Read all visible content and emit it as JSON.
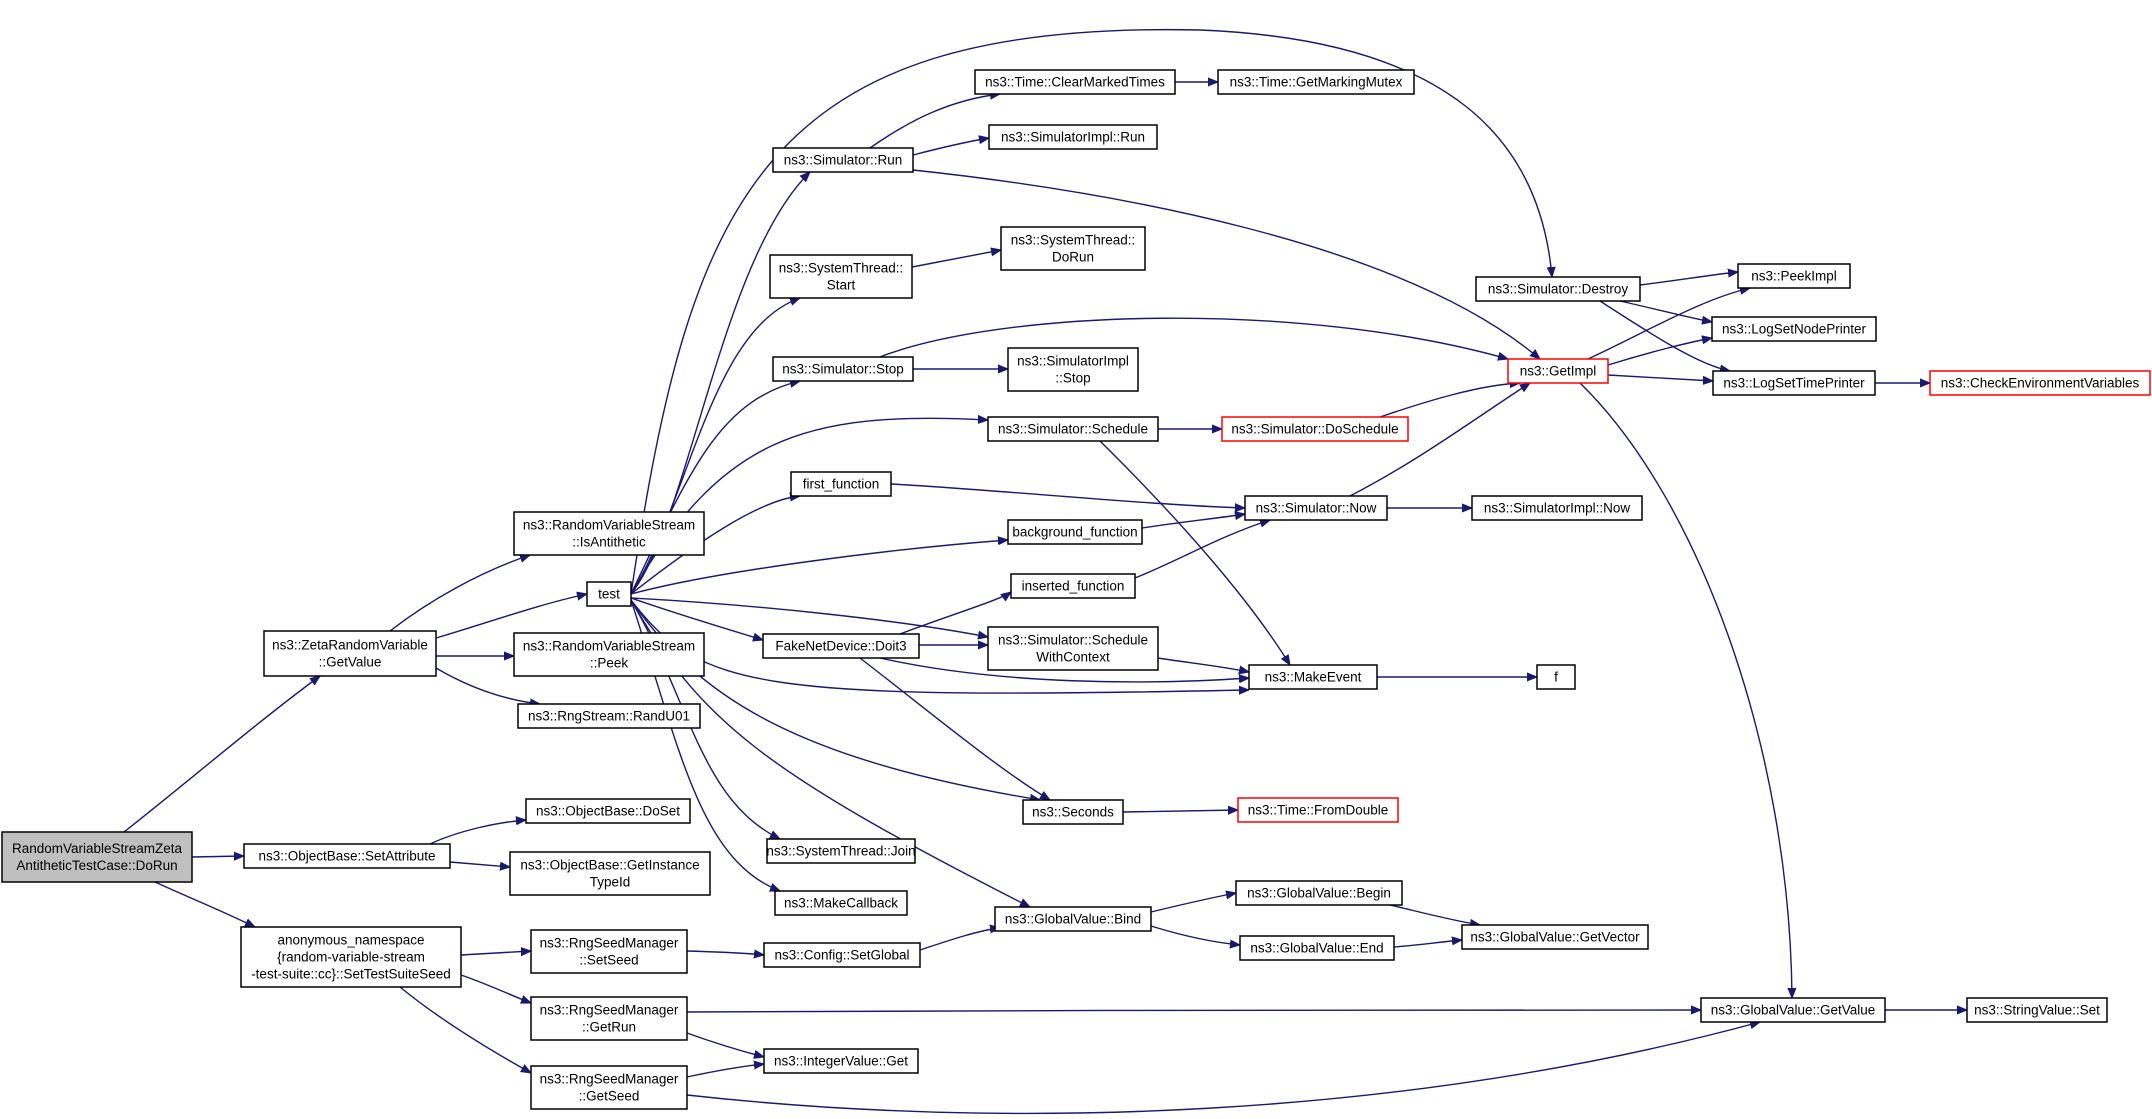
{
  "colors": {
    "edge": "#191970",
    "node_border": "#000000",
    "truncated_border": "#ff0000",
    "root_fill": "#bfbfbf",
    "node_fill": "#ffffff"
  },
  "nodes": [
    {
      "id": "root",
      "lines": [
        "RandomVariableStreamZeta",
        "AntitheticTestCase::DoRun"
      ]
    },
    {
      "id": "zeta_getvalue",
      "lines": [
        "ns3::ZetaRandomVariable",
        "::GetValue"
      ]
    },
    {
      "id": "ob_setattr",
      "lines": [
        "ns3::ObjectBase::SetAttribute"
      ]
    },
    {
      "id": "anon_seed",
      "lines": [
        "anonymous_namespace",
        "{random-variable-stream",
        "-test-suite::cc}::SetTestSuiteSeed"
      ]
    },
    {
      "id": "rvs_isanti",
      "lines": [
        "ns3::RandomVariableStream",
        "::IsAntithetic"
      ]
    },
    {
      "id": "test",
      "lines": [
        "test"
      ]
    },
    {
      "id": "rvs_peek",
      "lines": [
        "ns3::RandomVariableStream",
        "::Peek"
      ]
    },
    {
      "id": "rng_randu",
      "lines": [
        "ns3::RngStream::RandU01"
      ]
    },
    {
      "id": "ob_doset",
      "lines": [
        "ns3::ObjectBase::DoSet"
      ]
    },
    {
      "id": "ob_getinst",
      "lines": [
        "ns3::ObjectBase::GetInstance",
        "TypeId"
      ]
    },
    {
      "id": "rsm_setseed",
      "lines": [
        "ns3::RngSeedManager",
        "::SetSeed"
      ]
    },
    {
      "id": "rsm_getrun",
      "lines": [
        "ns3::RngSeedManager",
        "::GetRun"
      ]
    },
    {
      "id": "rsm_getseed",
      "lines": [
        "ns3::RngSeedManager",
        "::GetSeed"
      ]
    },
    {
      "id": "sim_run",
      "lines": [
        "ns3::Simulator::Run"
      ]
    },
    {
      "id": "st_start",
      "lines": [
        "ns3::SystemThread::",
        "Start"
      ]
    },
    {
      "id": "sim_stop",
      "lines": [
        "ns3::Simulator::Stop"
      ]
    },
    {
      "id": "first_fn",
      "lines": [
        "first_function"
      ]
    },
    {
      "id": "fake_doit3",
      "lines": [
        "FakeNetDevice::Doit3"
      ]
    },
    {
      "id": "st_join",
      "lines": [
        "ns3::SystemThread::Join"
      ]
    },
    {
      "id": "make_cb",
      "lines": [
        "ns3::MakeCallback"
      ]
    },
    {
      "id": "cfg_setglobal",
      "lines": [
        "ns3::Config::SetGlobal"
      ]
    },
    {
      "id": "iv_get",
      "lines": [
        "ns3::IntegerValue::Get"
      ]
    },
    {
      "id": "time_clear",
      "lines": [
        "ns3::Time::ClearMarkedTimes"
      ]
    },
    {
      "id": "simimpl_run",
      "lines": [
        "ns3::SimulatorImpl::Run"
      ]
    },
    {
      "id": "st_dorun",
      "lines": [
        "ns3::SystemThread::",
        "DoRun"
      ]
    },
    {
      "id": "simimpl_stop",
      "lines": [
        "ns3::SimulatorImpl",
        "::Stop"
      ]
    },
    {
      "id": "sim_schedule",
      "lines": [
        "ns3::Simulator::Schedule"
      ]
    },
    {
      "id": "bg_fn",
      "lines": [
        "background_function"
      ]
    },
    {
      "id": "ins_fn",
      "lines": [
        "inserted_function"
      ]
    },
    {
      "id": "sim_schedctx",
      "lines": [
        "ns3::Simulator::Schedule",
        "WithContext"
      ]
    },
    {
      "id": "seconds",
      "lines": [
        "ns3::Seconds"
      ]
    },
    {
      "id": "gv_bind",
      "lines": [
        "ns3::GlobalValue::Bind"
      ]
    },
    {
      "id": "time_mutex",
      "lines": [
        "ns3::Time::GetMarkingMutex"
      ]
    },
    {
      "id": "sim_dosched",
      "lines": [
        "ns3::Simulator::DoSchedule"
      ]
    },
    {
      "id": "sim_now",
      "lines": [
        "ns3::Simulator::Now"
      ]
    },
    {
      "id": "make_event",
      "lines": [
        "ns3::MakeEvent"
      ]
    },
    {
      "id": "time_fromdbl",
      "lines": [
        "ns3::Time::FromDouble"
      ]
    },
    {
      "id": "gv_begin",
      "lines": [
        "ns3::GlobalValue::Begin"
      ]
    },
    {
      "id": "gv_end",
      "lines": [
        "ns3::GlobalValue::End"
      ]
    },
    {
      "id": "sim_destroy",
      "lines": [
        "ns3::Simulator::Destroy"
      ]
    },
    {
      "id": "get_impl",
      "lines": [
        "ns3::GetImpl"
      ]
    },
    {
      "id": "simimpl_now",
      "lines": [
        "ns3::SimulatorImpl::Now"
      ]
    },
    {
      "id": "f",
      "lines": [
        "f"
      ]
    },
    {
      "id": "gv_getvector",
      "lines": [
        "ns3::GlobalValue::GetVector"
      ]
    },
    {
      "id": "peek_impl",
      "lines": [
        "ns3::PeekImpl"
      ]
    },
    {
      "id": "log_nodeprinter",
      "lines": [
        "ns3::LogSetNodePrinter"
      ]
    },
    {
      "id": "log_timeprinter",
      "lines": [
        "ns3::LogSetTimePrinter"
      ]
    },
    {
      "id": "gv_getvalue",
      "lines": [
        "ns3::GlobalValue::GetValue"
      ]
    },
    {
      "id": "check_env",
      "lines": [
        "ns3::CheckEnvironmentVariables"
      ]
    },
    {
      "id": "sv_set",
      "lines": [
        "ns3::StringValue::Set"
      ]
    }
  ]
}
